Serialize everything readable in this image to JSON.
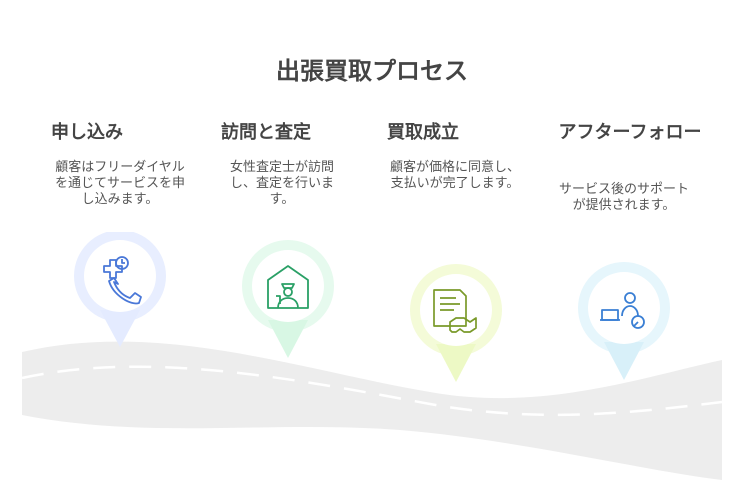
{
  "title": "出張買取プロセス",
  "steps": [
    {
      "title": "申し込み",
      "desc": "顧客はフリーダイヤルを通じてサービスを申し込みます。",
      "icon": "phone-medical-icon",
      "color": "#c9d7fb"
    },
    {
      "title": "訪問と査定",
      "desc": "女性査定士が訪問し、査定を行います。",
      "icon": "inspector-house-icon",
      "color": "#c5f2d6"
    },
    {
      "title": "買取成立",
      "desc": "顧客が価格に同意し、支払いが完了します。",
      "icon": "contract-handshake-icon",
      "color": "#e6f7b0"
    },
    {
      "title": "アフターフォロー",
      "desc": "サービス後のサポートが提供されます。",
      "icon": "support-person-icon",
      "color": "#c9edf8"
    }
  ]
}
